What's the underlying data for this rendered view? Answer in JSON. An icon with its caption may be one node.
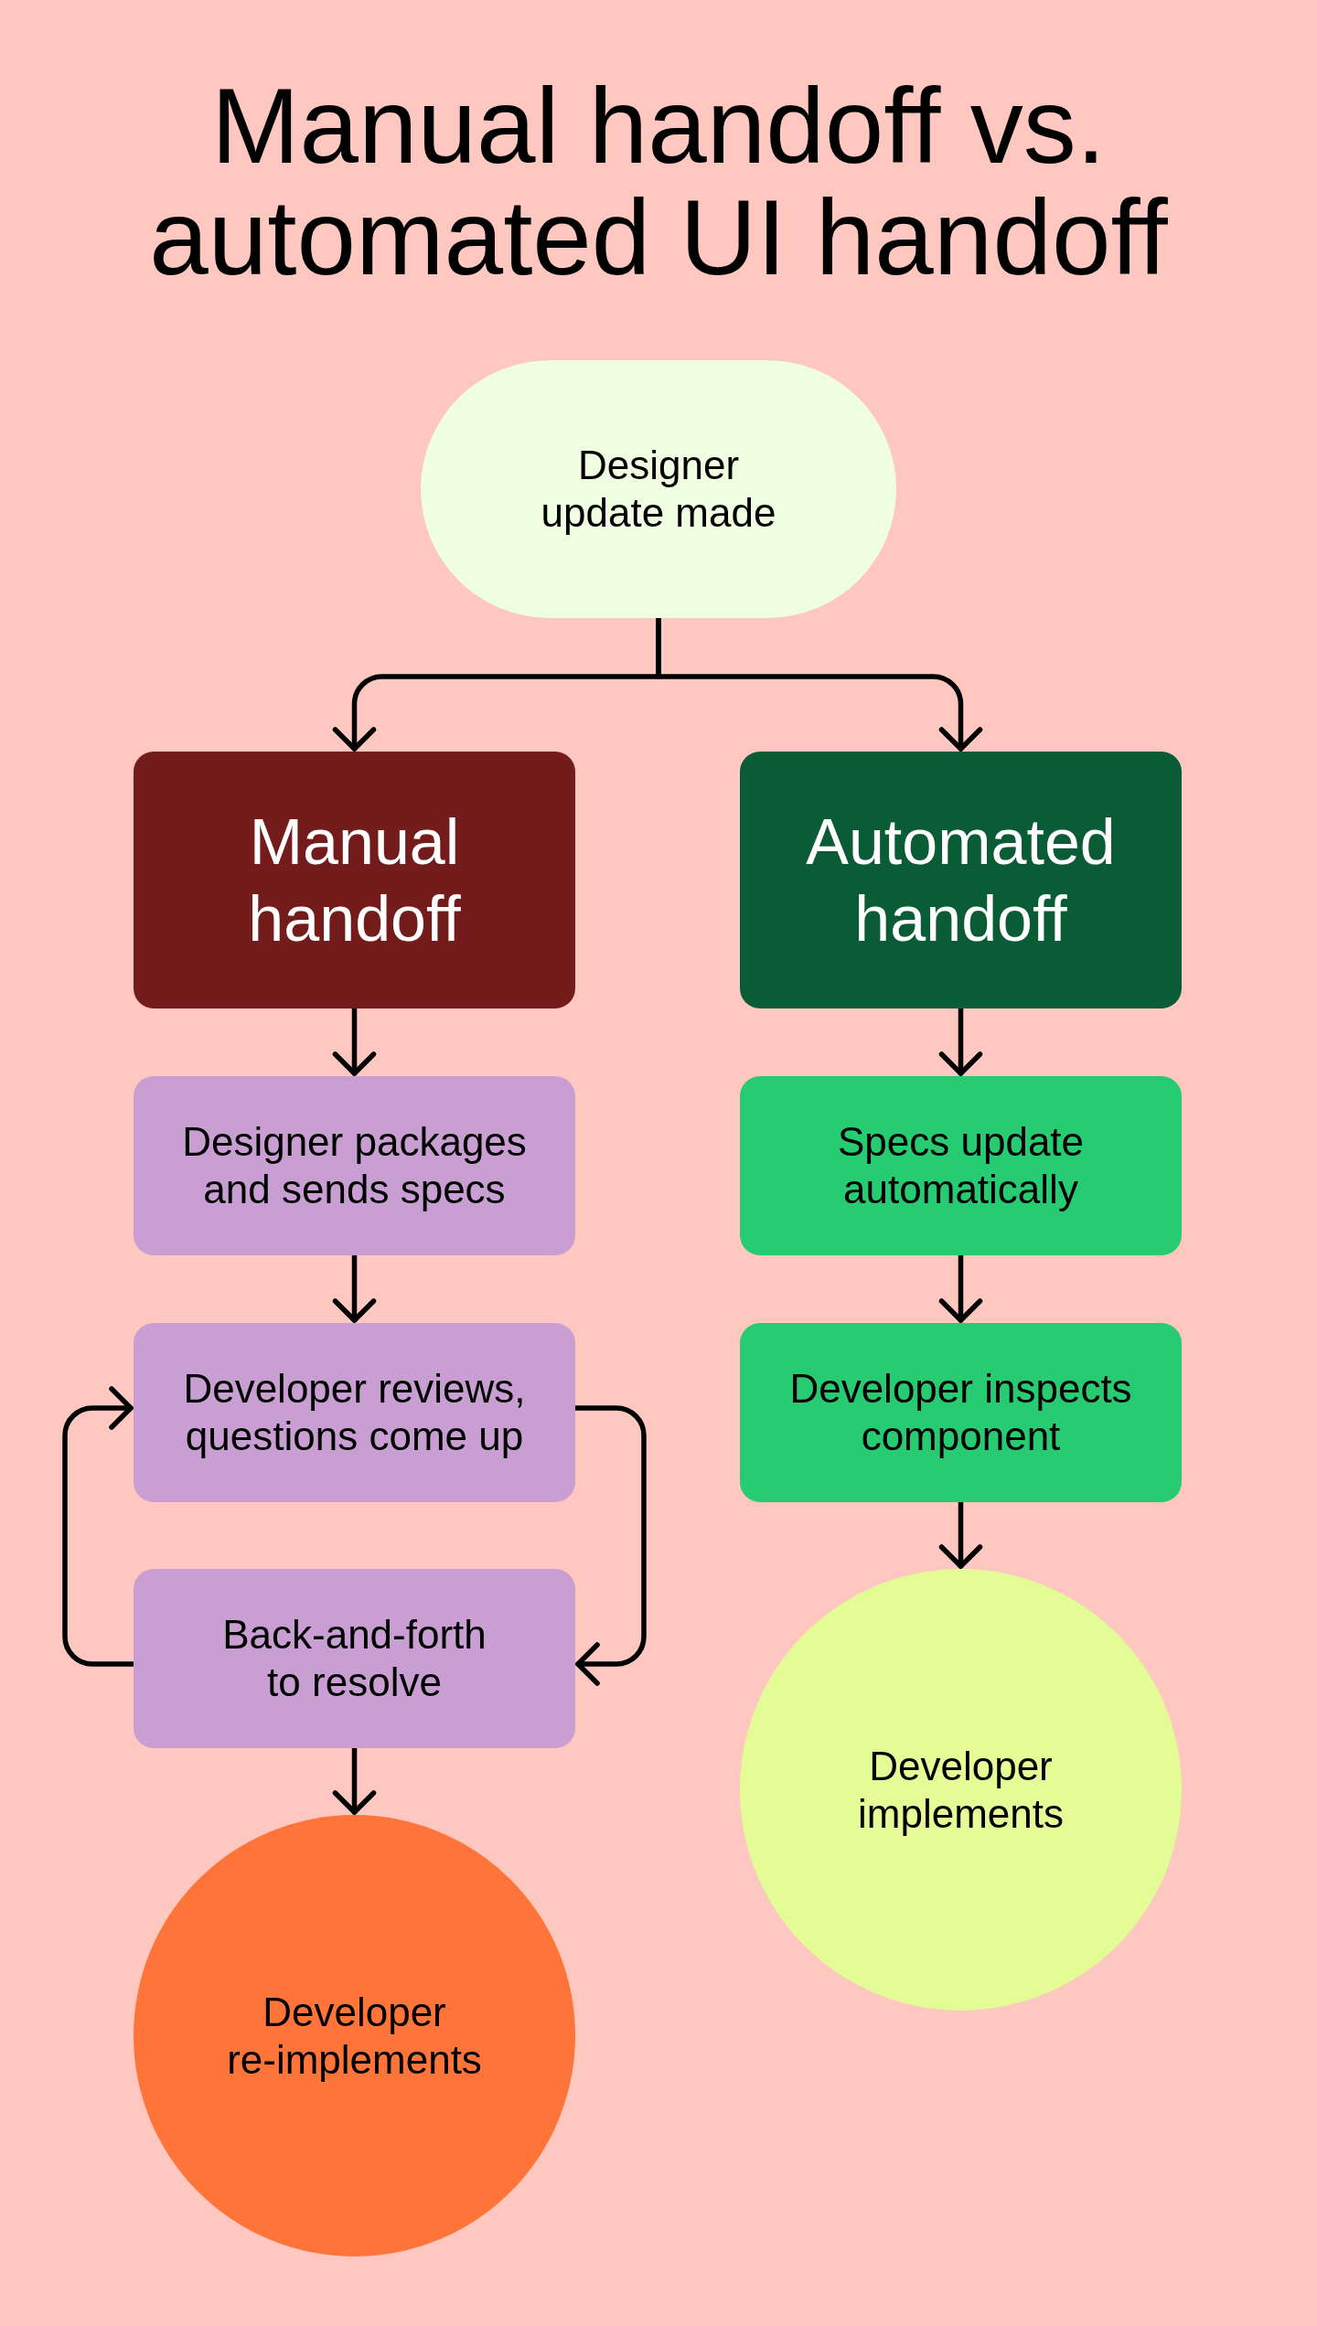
{
  "diagram": {
    "title": "Manual handoff vs. automated UI handoff",
    "nodes": [
      {
        "text": [
          "Designer update made"
        ]
      },
      {
        "text": [
          "Manual handoff"
        ]
      },
      {
        "text": [
          "Automated handoff"
        ]
      },
      {
        "text": [
          "Designer packages and sends specs"
        ]
      },
      {
        "text": [
          "Specs update automatically"
        ]
      },
      {
        "text": [
          "Developer reviews, questions come up"
        ]
      },
      {
        "text": [
          "Developer inspects component"
        ]
      },
      {
        "text": [
          "Back-and-forth to resolve"
        ]
      },
      {
        "text": [
          "Developer implements"
        ]
      },
      {
        "text": [
          "Developer re-implements"
        ]
      }
    ],
    "edges": [
      {
        "from": 0,
        "to": 1,
        "arrow": "to"
      },
      {
        "from": 0,
        "to": 2,
        "arrow": "to"
      },
      {
        "from": 1,
        "to": 3,
        "arrow": "to"
      },
      {
        "from": 3,
        "to": 5,
        "arrow": "to"
      },
      {
        "from": 5,
        "to": 7,
        "arrow": "to"
      },
      {
        "from": 7,
        "to": 5,
        "arrow": "to"
      },
      {
        "from": 7,
        "to": 9,
        "arrow": "to"
      },
      {
        "from": 2,
        "to": 4,
        "arrow": "to"
      },
      {
        "from": 4,
        "to": 6,
        "arrow": "to"
      },
      {
        "from": 6,
        "to": 8,
        "arrow": "to"
      }
    ]
  }
}
